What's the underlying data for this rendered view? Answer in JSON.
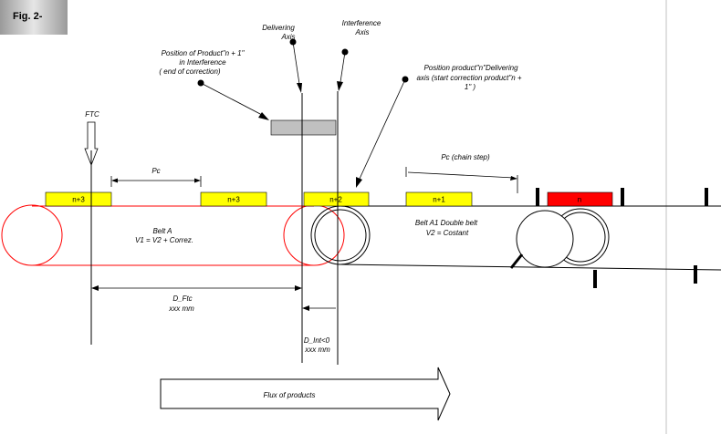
{
  "figure": {
    "label": "Fig. 2-"
  },
  "axes": {
    "ftc": "FTC",
    "delivering": [
      "Delivering",
      "Axis"
    ],
    "interference": [
      "Interference",
      "Axis"
    ]
  },
  "callouts": {
    "interference_position": [
      "Position of Product\"n + 1\"",
      "in Interference",
      "( end of correction)"
    ],
    "delivering_position": [
      "Position product\"n\"Delivering",
      "axis (start correction product\"n +",
      "1\" )"
    ]
  },
  "belt_a": {
    "name": "Belt A",
    "formula": "V1 = V2 + Correz."
  },
  "belt_a1": {
    "name": "Belt A1 Double belt",
    "formula": "V2 = Costant"
  },
  "pitch": {
    "pc": "Pc",
    "chain_step": "Pc (chain step)"
  },
  "products": [
    "n+3",
    "n+3",
    "n+2",
    "n+1",
    "n"
  ],
  "dimensions": {
    "d_ftc": {
      "label": "D_Ftc",
      "value": "xxx mm"
    },
    "d_int": {
      "label": "D_Int<0",
      "value": "xxx mm"
    }
  },
  "flow": {
    "label": "Flux of products"
  },
  "colors": {
    "product": "#ffff00",
    "product_target": "#ff0000",
    "belt_a": "#ff0000",
    "block": "#c0c0c0",
    "line": "#000000"
  }
}
